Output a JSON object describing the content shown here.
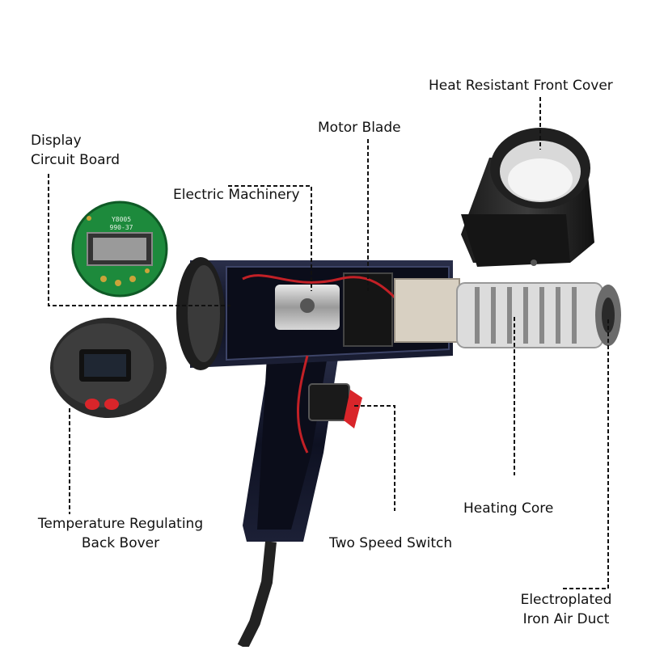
{
  "labels": {
    "heat_resistant_front_cover": "Heat Resistant Front Cover",
    "motor_blade": "Motor Blade",
    "display_circuit_board": [
      "Display",
      "Circuit Board"
    ],
    "electric_machinery": "Electric Machinery",
    "temperature_regulating_back_cover": [
      "Temperature Regulating",
      "Back Bover"
    ],
    "heating_core": "Heating Core",
    "two_speed_switch": "Two Speed Switch",
    "electroplated_iron_air_duct": [
      "Electroplated",
      "Iron Air Duct"
    ]
  },
  "pcb_chip_text": [
    "Y8005",
    "990-37"
  ]
}
